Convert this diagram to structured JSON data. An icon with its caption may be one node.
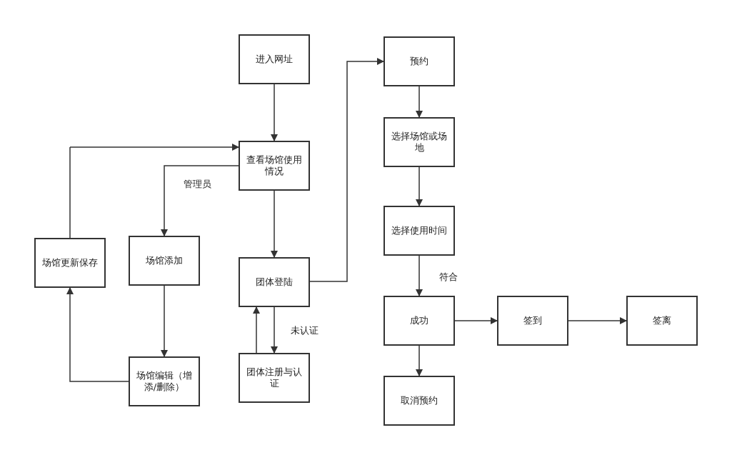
{
  "diagram": {
    "nodes": [
      {
        "text": [
          "进入网址"
        ]
      },
      {
        "text": [
          "预约"
        ]
      },
      {
        "text": [
          "选择场馆或场地"
        ]
      },
      {
        "text": [
          "查看场馆使用情况"
        ]
      },
      {
        "text": [
          "选择使用时间"
        ]
      },
      {
        "text": [
          "场馆更新保存"
        ]
      },
      {
        "text": [
          "场馆添加"
        ]
      },
      {
        "text": [
          "团体登陆"
        ]
      },
      {
        "text": [
          "成功"
        ]
      },
      {
        "text": [
          "签到"
        ]
      },
      {
        "text": [
          "签离"
        ]
      },
      {
        "text": [
          "团体注册与认证"
        ]
      },
      {
        "text": [
          "场馆编辑（增添/删除）"
        ]
      },
      {
        "text": [
          "取消预约"
        ]
      }
    ],
    "edges": [
      {
        "from": 0,
        "to": 3,
        "arrow": "to"
      },
      {
        "from": 3,
        "to": 6,
        "arrow": "to",
        "label": "管理员"
      },
      {
        "from": 6,
        "to": 12,
        "arrow": "to"
      },
      {
        "from": 12,
        "to": 5,
        "arrow": "to"
      },
      {
        "from": 5,
        "to": 3,
        "arrow": "to"
      },
      {
        "from": 3,
        "to": 7,
        "arrow": "to"
      },
      {
        "from": 7,
        "to": 11,
        "arrow": "to",
        "label": "未认证"
      },
      {
        "from": 11,
        "to": 7,
        "arrow": "to"
      },
      {
        "from": 7,
        "to": 1,
        "arrow": "to"
      },
      {
        "from": 1,
        "to": 2,
        "arrow": "to"
      },
      {
        "from": 2,
        "to": 4,
        "arrow": "to"
      },
      {
        "from": 4,
        "to": 8,
        "arrow": "to",
        "label": "符合"
      },
      {
        "from": 8,
        "to": 9,
        "arrow": "to"
      },
      {
        "from": 9,
        "to": 10,
        "arrow": "to"
      },
      {
        "from": 8,
        "to": 13,
        "arrow": "to"
      }
    ]
  }
}
